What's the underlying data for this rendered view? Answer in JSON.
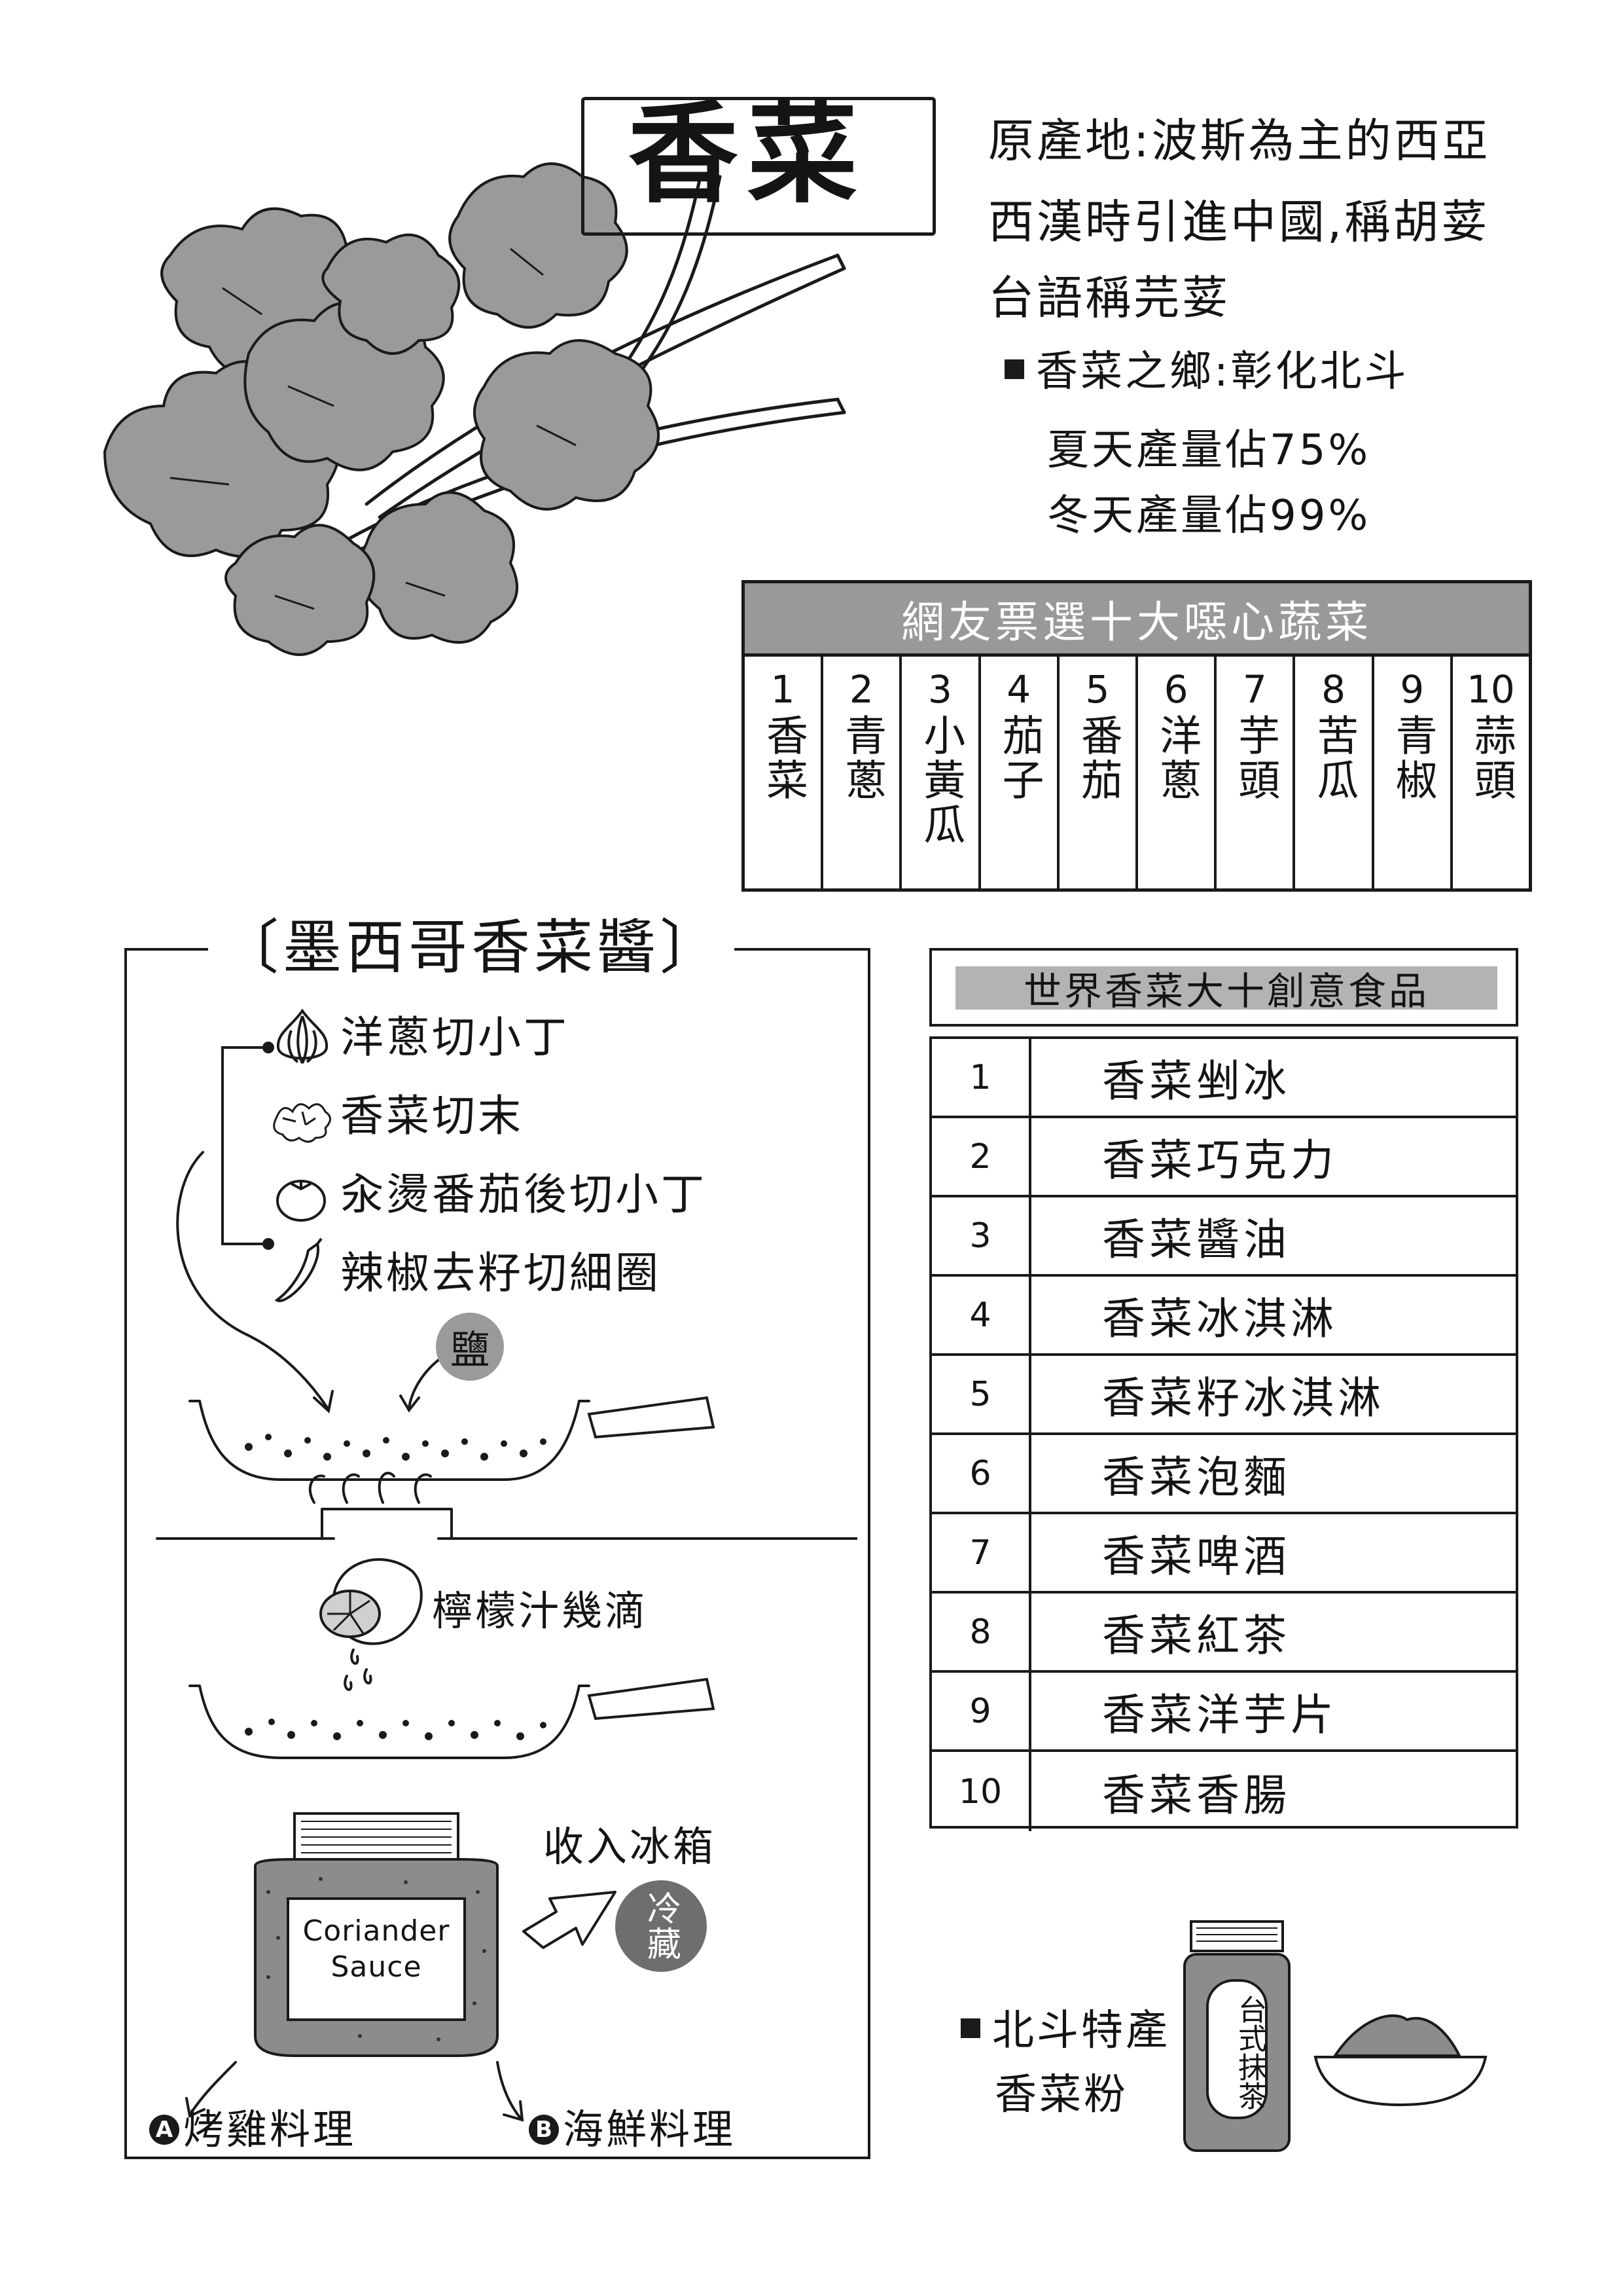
{
  "title": "香菜",
  "info": {
    "origin": "原產地:波斯為主的西亞",
    "history": "西漢時引進中國,稱胡荽",
    "taiwanese_name": "台語稱芫荽",
    "hometown": "香菜之鄉:彰化北斗",
    "summer_output": "夏天產量佔75%",
    "winter_output": "冬天產量佔99%"
  },
  "vote_table": {
    "title": "網友票選十大噁心蔬菜",
    "items": [
      {
        "rank": "1",
        "name": "香菜"
      },
      {
        "rank": "2",
        "name": "青蔥"
      },
      {
        "rank": "3",
        "name": "小黃瓜"
      },
      {
        "rank": "4",
        "name": "茄子"
      },
      {
        "rank": "5",
        "name": "番茄"
      },
      {
        "rank": "6",
        "name": "洋蔥"
      },
      {
        "rank": "7",
        "name": "芋頭"
      },
      {
        "rank": "8",
        "name": "苦瓜"
      },
      {
        "rank": "9",
        "name": "青椒"
      },
      {
        "rank": "10",
        "name": "蒜頭"
      }
    ]
  },
  "recipe": {
    "title": "〔墨西哥香菜醬〕",
    "steps": [
      {
        "icon": "onion-icon",
        "text": "洋蔥切小丁"
      },
      {
        "icon": "coriander-icon",
        "text": "香菜切末"
      },
      {
        "icon": "tomato-icon",
        "text": "汆燙番茄後切小丁"
      },
      {
        "icon": "chili-icon",
        "text": "辣椒去籽切細圈"
      }
    ],
    "salt": "鹽",
    "lemon": "檸檬汁幾滴",
    "jar_label_line1": "Coriander",
    "jar_label_line2": "Sauce",
    "fridge": "收入冰箱",
    "cold_storage": "冷藏",
    "option_a_letter": "A",
    "option_a": "烤雞料理",
    "option_b_letter": "B",
    "option_b": "海鮮料理"
  },
  "ranking": {
    "title": "世界香菜大十創意食品",
    "items": [
      {
        "rank": "1",
        "name": "香菜剉冰"
      },
      {
        "rank": "2",
        "name": "香菜巧克力"
      },
      {
        "rank": "3",
        "name": "香菜醬油"
      },
      {
        "rank": "4",
        "name": "香菜冰淇淋"
      },
      {
        "rank": "5",
        "name": "香菜籽冰淇淋"
      },
      {
        "rank": "6",
        "name": "香菜泡麵"
      },
      {
        "rank": "7",
        "name": "香菜啤酒"
      },
      {
        "rank": "8",
        "name": "香菜紅茶"
      },
      {
        "rank": "9",
        "name": "香菜洋芋片"
      },
      {
        "rank": "10",
        "name": "香菜香腸"
      }
    ]
  },
  "powder": {
    "line1": "北斗特產",
    "line2": "香菜粉",
    "bottle_label": "台式抹茶"
  },
  "colors": {
    "ink": "#141414",
    "leaf_gray": "#9a9a9a",
    "header_gray": "#999999",
    "jar_gray": "#8c8c8c",
    "badge_gray": "#6e6e6e"
  }
}
